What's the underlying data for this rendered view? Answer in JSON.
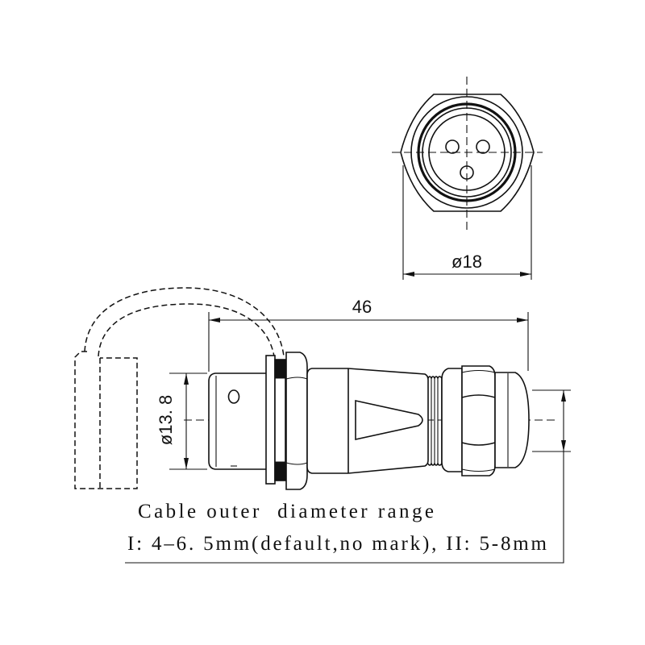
{
  "front_view": {
    "diameter_label": "ø18"
  },
  "side_view": {
    "length_label": "46",
    "body_diameter_label": "ø13. 8"
  },
  "note": {
    "line1": "Cable outer  diameter range",
    "line2": "I: 4–6. 5mm(default,no mark), II: 5-8mm"
  }
}
